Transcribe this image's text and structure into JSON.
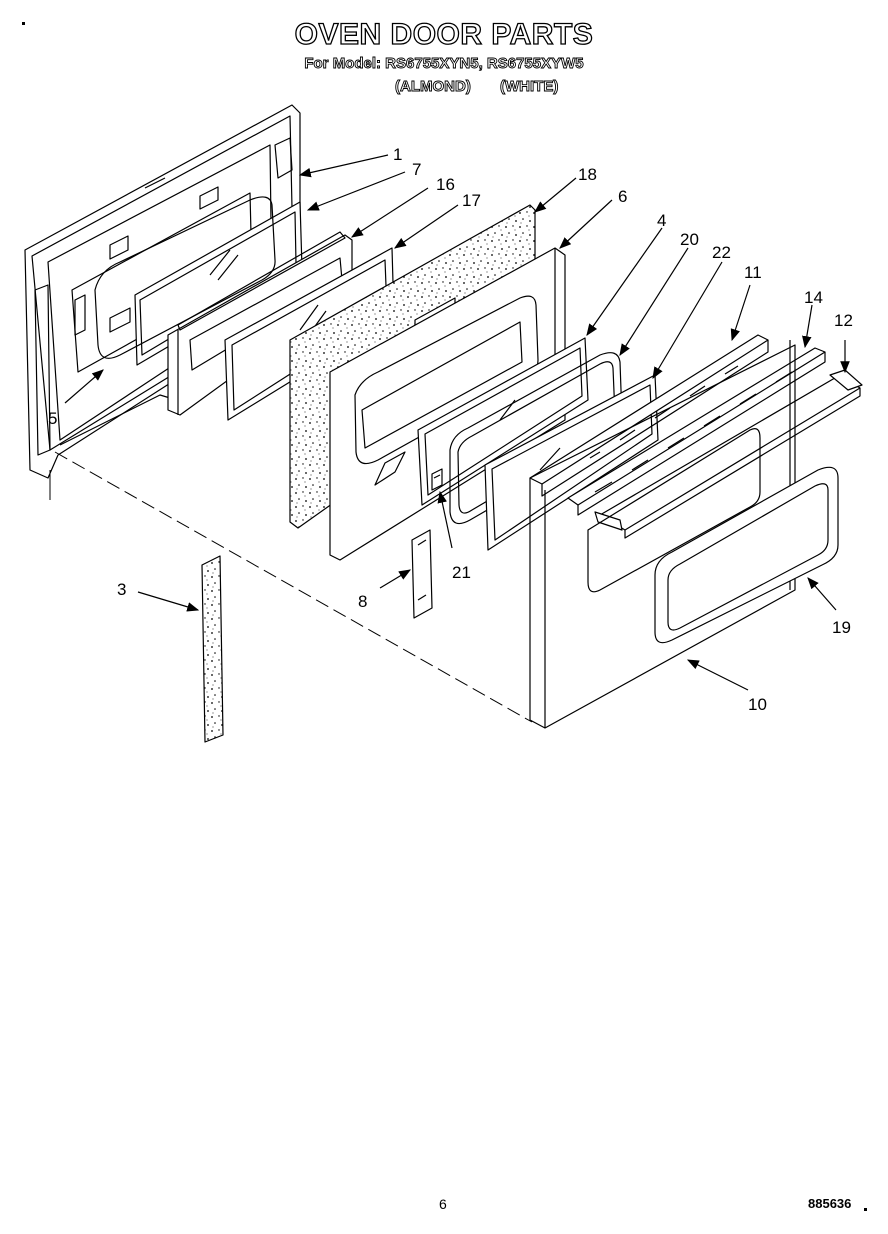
{
  "header": {
    "title": "OVEN DOOR PARTS",
    "model_line": "For Model: RS6755XYN5, RS6755XYW5",
    "color_1": "(ALMOND)",
    "color_2": "(WHITE)"
  },
  "footer": {
    "page_number": "6",
    "drawing_number": "885636"
  },
  "callouts": {
    "c1": "1",
    "c3": "3",
    "c4": "4",
    "c5": "5",
    "c6": "6",
    "c7": "7",
    "c8": "8",
    "c10": "10",
    "c11": "11",
    "c12": "12",
    "c14": "14",
    "c16": "16",
    "c17": "17",
    "c18": "18",
    "c19": "19",
    "c20": "20",
    "c21": "21",
    "c22": "22"
  }
}
